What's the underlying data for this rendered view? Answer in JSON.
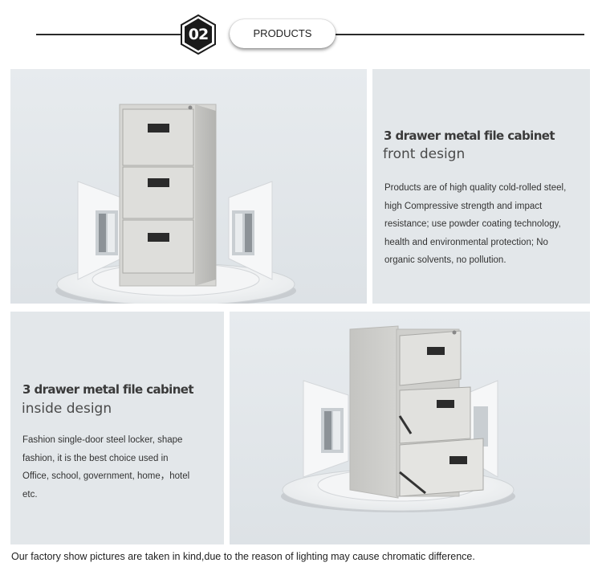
{
  "header": {
    "number": "02",
    "label": "PRODUCTS"
  },
  "front": {
    "title": "3 drawer metal file cabinet",
    "subtitle": "front design",
    "lines": [
      "Products are of high quality cold-rolled steel,",
      "high Compressive strength and impact",
      "resistance; use powder coating technology,",
      "health and environmental protection; No",
      "organic solvents, no pollution."
    ]
  },
  "inside": {
    "title": "3 drawer metal file cabinet",
    "subtitle": "inside design",
    "lines": [
      "Fashion single-door steel locker, shape",
      "fashion, it is the best choice used in",
      "Office, school, government, home，hotel",
      "etc."
    ]
  },
  "footer": {
    "note": "Our factory show pictures are taken in kind,due to the reason of lighting may cause chromatic difference."
  },
  "colors": {
    "panel_bg": "#e3e7ea",
    "cabinet": "#d9d9d6",
    "heading": "#3a3a3a"
  }
}
